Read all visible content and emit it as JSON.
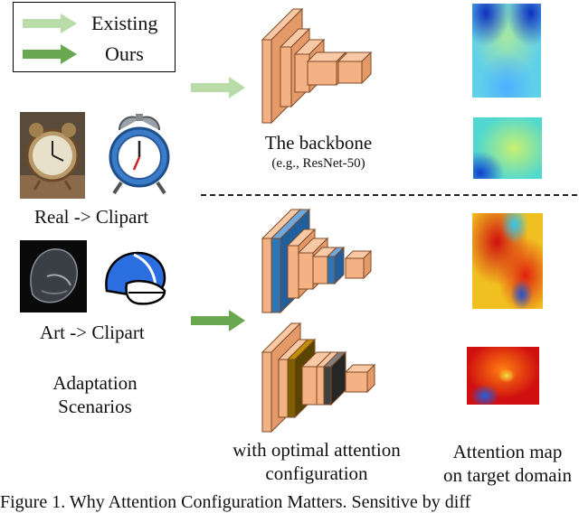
{
  "legend": {
    "items": [
      {
        "label": "Existing",
        "color": "#b9dca9"
      },
      {
        "label": "Ours",
        "color": "#6aa84f"
      }
    ]
  },
  "scenarios": {
    "real_clipart": "Real -> Clipart",
    "art_clipart": "Art -> Clipart",
    "title_line1": "Adaptation",
    "title_line2": "Scenarios"
  },
  "backbone": {
    "title": "The backbone",
    "subtitle": "(e.g., ResNet-50)"
  },
  "ours": {
    "label_line1": "with optimal attention",
    "label_line2": "configuration"
  },
  "attention": {
    "label_line1": "Attention map",
    "label_line2": "on target domain"
  },
  "caption": "Figure 1. Why Attention Configuration Matters. Sensitive by diff",
  "colors": {
    "block": "#f4b183",
    "block_edge": "#7f4a28",
    "attn_blue": "#2e75b6",
    "attn_olive": "#7f6000",
    "attn_dark": "#404040"
  },
  "icons": {
    "real_image": "alarm-clock-photo",
    "clipart_image": "alarm-clock-clipart",
    "art_image": "helmet-sketch",
    "clipart_helmet": "football-helmet-clipart"
  }
}
